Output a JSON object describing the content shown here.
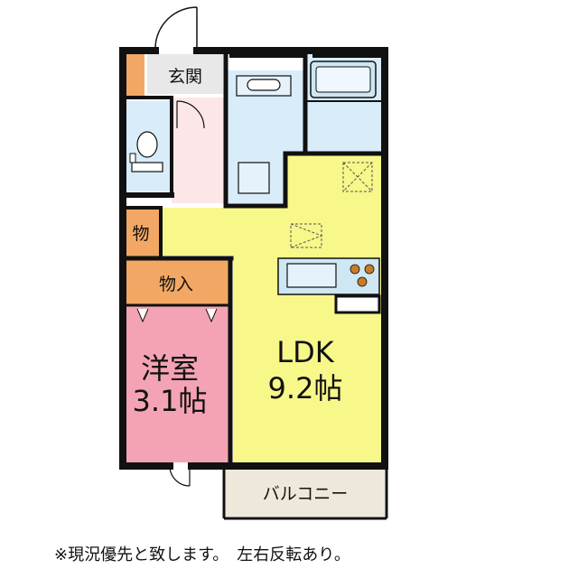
{
  "rooms": {
    "genkan": "玄関",
    "mono": "物",
    "monoire": "物入",
    "yoshitsu_name": "洋室",
    "yoshitsu_size": "3.1帖",
    "ldk_name": "LDK",
    "ldk_size": "9.2帖",
    "balcony": "バルコニー"
  },
  "note": "※現況優先と致します。　左右反転あり。",
  "colors": {
    "wall": "#111111",
    "ldk": "#f7f78a",
    "western_room": "#f4a3b4",
    "storage": "#f2a864",
    "bath": "#d9ecfa",
    "entrance_hall": "#fde6e8",
    "entrance": "#e8e8e8",
    "balcony": "#eee8dc",
    "kitchen_counter": "#cfe6f3"
  }
}
